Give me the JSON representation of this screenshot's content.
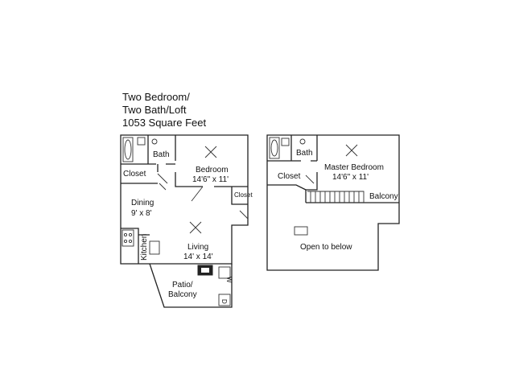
{
  "heading": {
    "line1": "Two Bedroom/",
    "line2": "Two Bath/Loft",
    "line3": "1053 Square Feet"
  },
  "first_floor": {
    "bath": "Bath",
    "bedroom_name": "Bedroom",
    "bedroom_size": "14'6\" x 11'",
    "closet_left": "Closet",
    "closet_right": "Closet",
    "dining_name": "Dining",
    "dining_size": "9' x 8'",
    "kitchen": "Kitchen",
    "living_name": "Living",
    "living_size": "14' x 14'",
    "patio_line1": "Patio/",
    "patio_line2": "Balcony",
    "washer": "W",
    "dryer": "D"
  },
  "second_floor": {
    "bath": "Bath",
    "closet": "Closet",
    "master_name": "Master Bedroom",
    "master_size": "14'6\" x 11'",
    "balcony": "Balcony",
    "open": "Open to below"
  }
}
